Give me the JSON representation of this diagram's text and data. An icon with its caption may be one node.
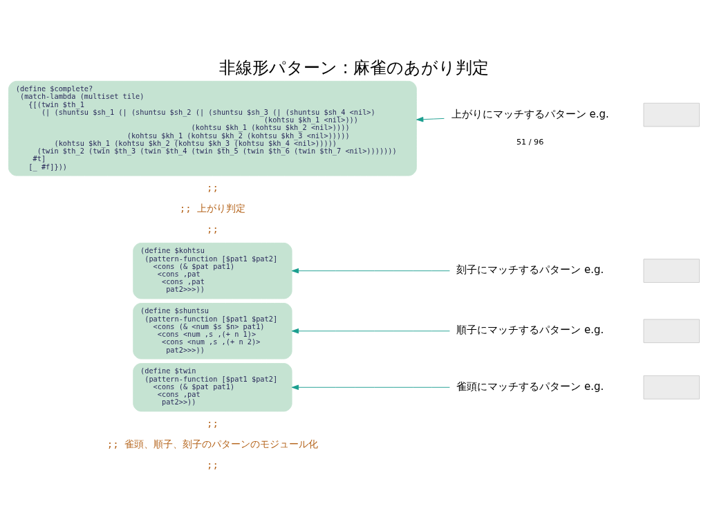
{
  "diagram": {
    "title": "非線形パターン : 麻雀のあがり判定",
    "nodes": [
      {
        "text": [
          "(define $twin",
          "  (pattern-function [$pat1 $pat2]",
          "    <cons (& $pat pat1)",
          "     <cons ,pat",
          "      pat2>>))"
        ]
      },
      {
        "text": [
          "雀頭にマッチするパターン e.g."
        ]
      },
      {
        "text": [],
        "shape": "box"
      },
      {
        "text": [
          "(define $shuntsu",
          "  (pattern-function [$pat1 $pat2]",
          "    <cons (& <num $s $n> pat1)",
          "     <cons <num ,s ,(+ n 1)>",
          "      <cons <num ,s ,(+ n 2)>",
          "       pat2>>>))"
        ]
      },
      {
        "text": [
          "順子にマッチするパターン e.g."
        ]
      },
      {
        "text": [],
        "shape": "box"
      },
      {
        "text": [
          "(define $kohtsu",
          "  (pattern-function [$pat1 $pat2]",
          "    <cons (& $pat pat1)",
          "     <cons ,pat",
          "      <cons ,pat",
          "       pat2>>>))"
        ]
      },
      {
        "text": [
          "刻子にマッチするパターン e.g."
        ]
      },
      {
        "text": [],
        "shape": "box"
      },
      {
        "text": [
          "上がりにマッチするパターン e.g."
        ]
      },
      {
        "text": [],
        "shape": "box"
      },
      {
        "text": [
          "(define $complete?",
          "  (match-lambda (multiset tile)",
          "    {[(twin $th_1",
          "       (| (shuntsu $sh_1 (| (shuntsu $sh_2 (| (shuntsu $sh_3 (| (shuntsu $sh_4 <nil>)",
          "                                                           (kohtsu $kh_1 <nil>)))",
          "                                          (kohtsu $kh_1 (kohtsu $kh_2 <nil>))))",
          "                           (kohtsu $kh_1 (kohtsu $kh_2 (kohtsu $kh_3 <nil>)))))",
          "          (kohtsu $kh_1 (kohtsu $kh_2 (kohtsu $kh_3 (kohtsu $kh_4 <nil>)))))",
          "      (twin $th_2 (twin $th_3 (twin $th_4 (twin $th_5 (twin $th_6 (twin $th_7 <nil>)))))))",
          "     #t]",
          "    [_ #f]}))"
        ]
      }
    ],
    "edges": [
      {
        "from": 1,
        "to": 0,
        "arrow": "to"
      },
      {
        "from": 4,
        "to": 3,
        "arrow": "to"
      },
      {
        "from": 7,
        "to": 6,
        "arrow": "to"
      },
      {
        "from": 9,
        "to": 11,
        "arrow": "to"
      }
    ],
    "labels": [
      ";;",
      ";; 雀頭、順子、刻子のパターンのモジュール化",
      ";;",
      ";;",
      ";; 上がり判定",
      ";;",
      "51 / 96"
    ]
  }
}
